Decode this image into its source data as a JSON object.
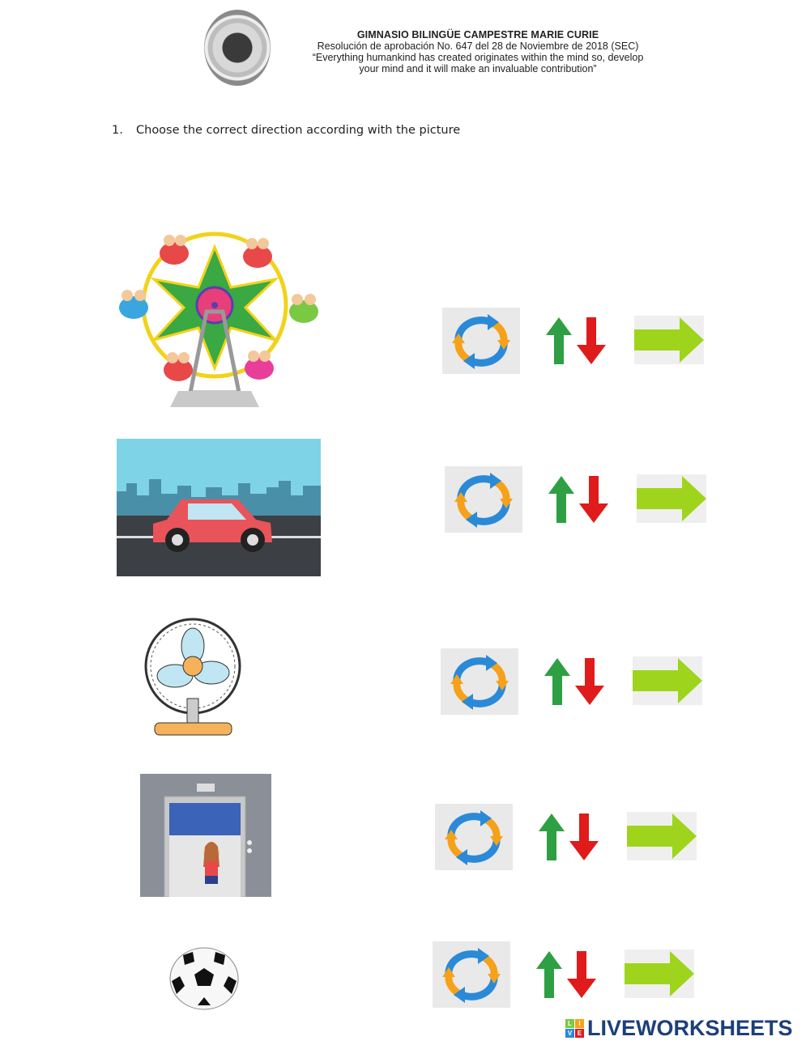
{
  "header": {
    "school_name": "GIMNASIO BILINGÜE CAMPESTRE MARIE CURIE",
    "resolution": "Resolución de aprobación No. 647 del 28 de Noviembre de 2018 (SEC)",
    "motto_line1": "“Everything humankind has created originates within the mind so, develop",
    "motto_line2": "your mind and it will make an invaluable contribution”",
    "seal_icon": "school-seal-icon"
  },
  "question": {
    "number": "1.",
    "text": "Choose the correct direction according with the picture"
  },
  "options_legend": [
    "circular-motion",
    "up-and-down-motion",
    "straight-line-motion"
  ],
  "rows": [
    {
      "picture": "ferris-wheel",
      "options": [
        "cycle-arrows-icon",
        "up-down-arrows-icon",
        "right-arrow-icon"
      ]
    },
    {
      "picture": "car",
      "options": [
        "cycle-arrows-icon",
        "up-down-arrows-icon",
        "right-arrow-icon"
      ]
    },
    {
      "picture": "fan",
      "options": [
        "cycle-arrows-icon",
        "up-down-arrows-icon",
        "right-arrow-icon"
      ]
    },
    {
      "picture": "elevator",
      "options": [
        "cycle-arrows-icon",
        "up-down-arrows-icon",
        "right-arrow-icon"
      ]
    },
    {
      "picture": "soccer-ball",
      "options": [
        "cycle-arrows-icon",
        "up-down-arrows-icon",
        "right-arrow-icon"
      ]
    }
  ],
  "footer": {
    "logo_letters": [
      "L",
      "I",
      "V",
      "E"
    ],
    "logo_text": "LIVEWORKSHEETS"
  },
  "colors": {
    "cycle_blue": "#2a8ad8",
    "cycle_orange": "#f5a21a",
    "up_green": "#2ea043",
    "down_red": "#e01b1b",
    "right_arrow_green": "#9ed51c",
    "logo_navy": "#1d3f7a"
  }
}
